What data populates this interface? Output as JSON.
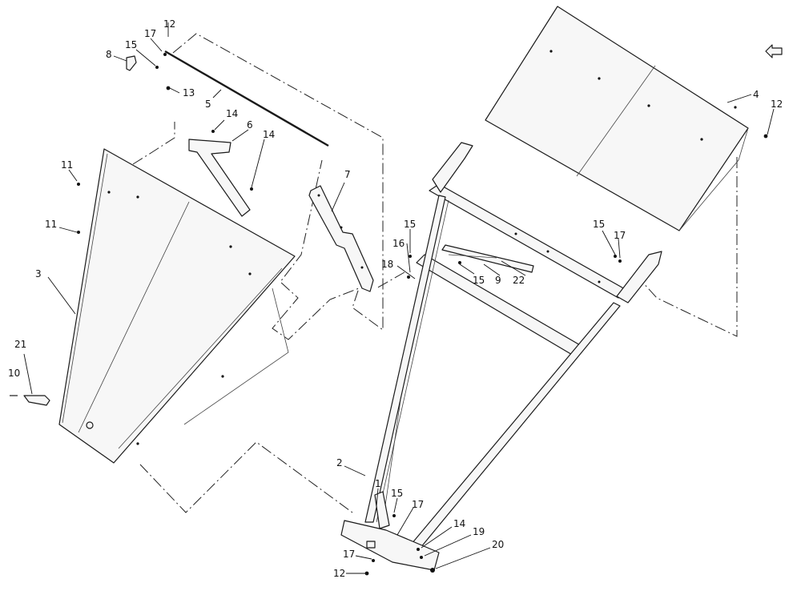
{
  "diagram": {
    "callouts": [
      {
        "id": "c-12-top",
        "label": "12"
      },
      {
        "id": "c-17-top",
        "label": "17"
      },
      {
        "id": "c-15-top",
        "label": "15"
      },
      {
        "id": "c-8",
        "label": "8"
      },
      {
        "id": "c-13",
        "label": "13"
      },
      {
        "id": "c-5",
        "label": "5"
      },
      {
        "id": "c-14-a",
        "label": "14"
      },
      {
        "id": "c-6",
        "label": "6"
      },
      {
        "id": "c-14-b",
        "label": "14"
      },
      {
        "id": "c-11-a",
        "label": "11"
      },
      {
        "id": "c-11-b",
        "label": "11"
      },
      {
        "id": "c-3",
        "label": "3"
      },
      {
        "id": "c-7",
        "label": "7"
      },
      {
        "id": "c-21",
        "label": "21"
      },
      {
        "id": "c-10",
        "label": "10"
      },
      {
        "id": "c-4",
        "label": "4"
      },
      {
        "id": "c-12-right",
        "label": "12"
      },
      {
        "id": "c-15-mid",
        "label": "15"
      },
      {
        "id": "c-16",
        "label": "16"
      },
      {
        "id": "c-18",
        "label": "18"
      },
      {
        "id": "c-15-bar",
        "label": "15"
      },
      {
        "id": "c-9",
        "label": "9"
      },
      {
        "id": "c-22",
        "label": "22"
      },
      {
        "id": "c-15-right",
        "label": "15"
      },
      {
        "id": "c-17-right",
        "label": "17"
      },
      {
        "id": "c-2",
        "label": "2"
      },
      {
        "id": "c-1",
        "label": "1"
      },
      {
        "id": "c-15-bot",
        "label": "15"
      },
      {
        "id": "c-17-bot",
        "label": "17"
      },
      {
        "id": "c-14-bot",
        "label": "14"
      },
      {
        "id": "c-19",
        "label": "19"
      },
      {
        "id": "c-20",
        "label": "20"
      },
      {
        "id": "c-17-low",
        "label": "17"
      },
      {
        "id": "c-12-low",
        "label": "12"
      }
    ],
    "icons": {
      "direction": "direction-arrow-icon"
    }
  }
}
